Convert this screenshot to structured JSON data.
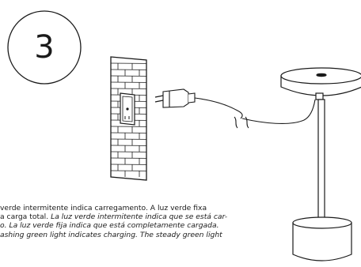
{
  "step": {
    "number": "3"
  },
  "caption": {
    "line1": "verde intermitente indica carregamento. A luz verde fixa",
    "line2_plain": "a carga total. ",
    "line2_italic": "La luz verde intermitente indica que se está car-",
    "line3": "o. La luz verde fija indica que está completamente cargada.",
    "line4": "ashing green light indicates charging. The steady green light"
  },
  "colors": {
    "ink": "#1a1a1a",
    "background": "#ffffff"
  }
}
